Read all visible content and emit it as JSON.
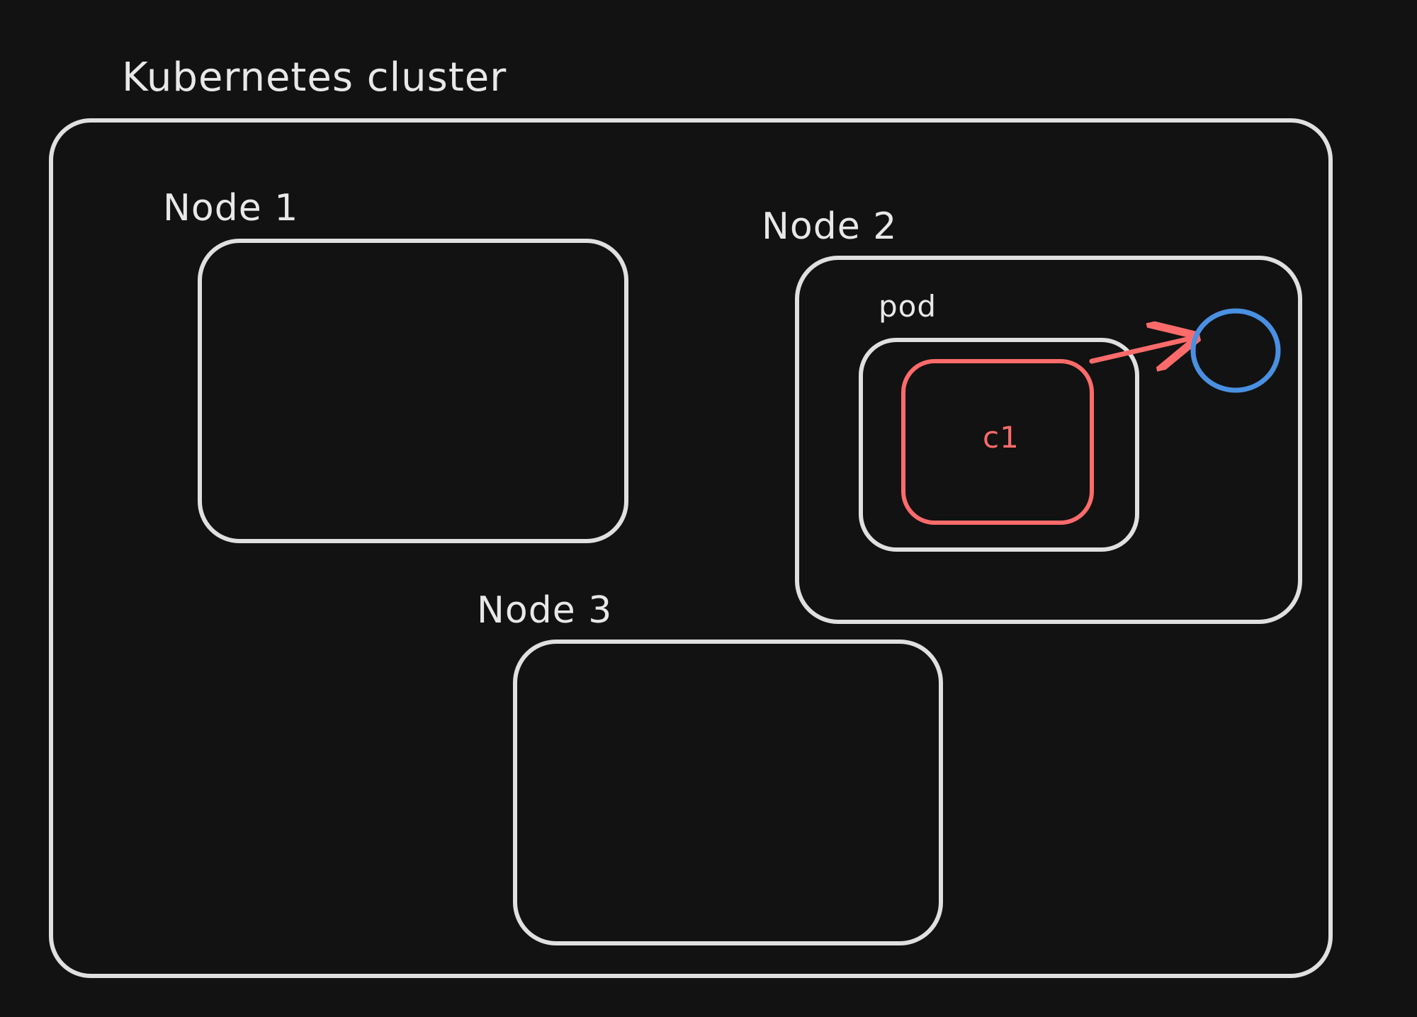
{
  "diagram": {
    "cluster_label": "Kubernetes cluster",
    "nodes": [
      {
        "label": "Node 1"
      },
      {
        "label": "Node 2"
      },
      {
        "label": "Node 3"
      }
    ],
    "pod_label": "pod",
    "container_label": "c1",
    "colors": {
      "background": "#121212",
      "outline": "#e0e0e0",
      "container": "#ff6b6b",
      "arrow": "#ff6b6b",
      "circle": "#4a90e2"
    }
  }
}
